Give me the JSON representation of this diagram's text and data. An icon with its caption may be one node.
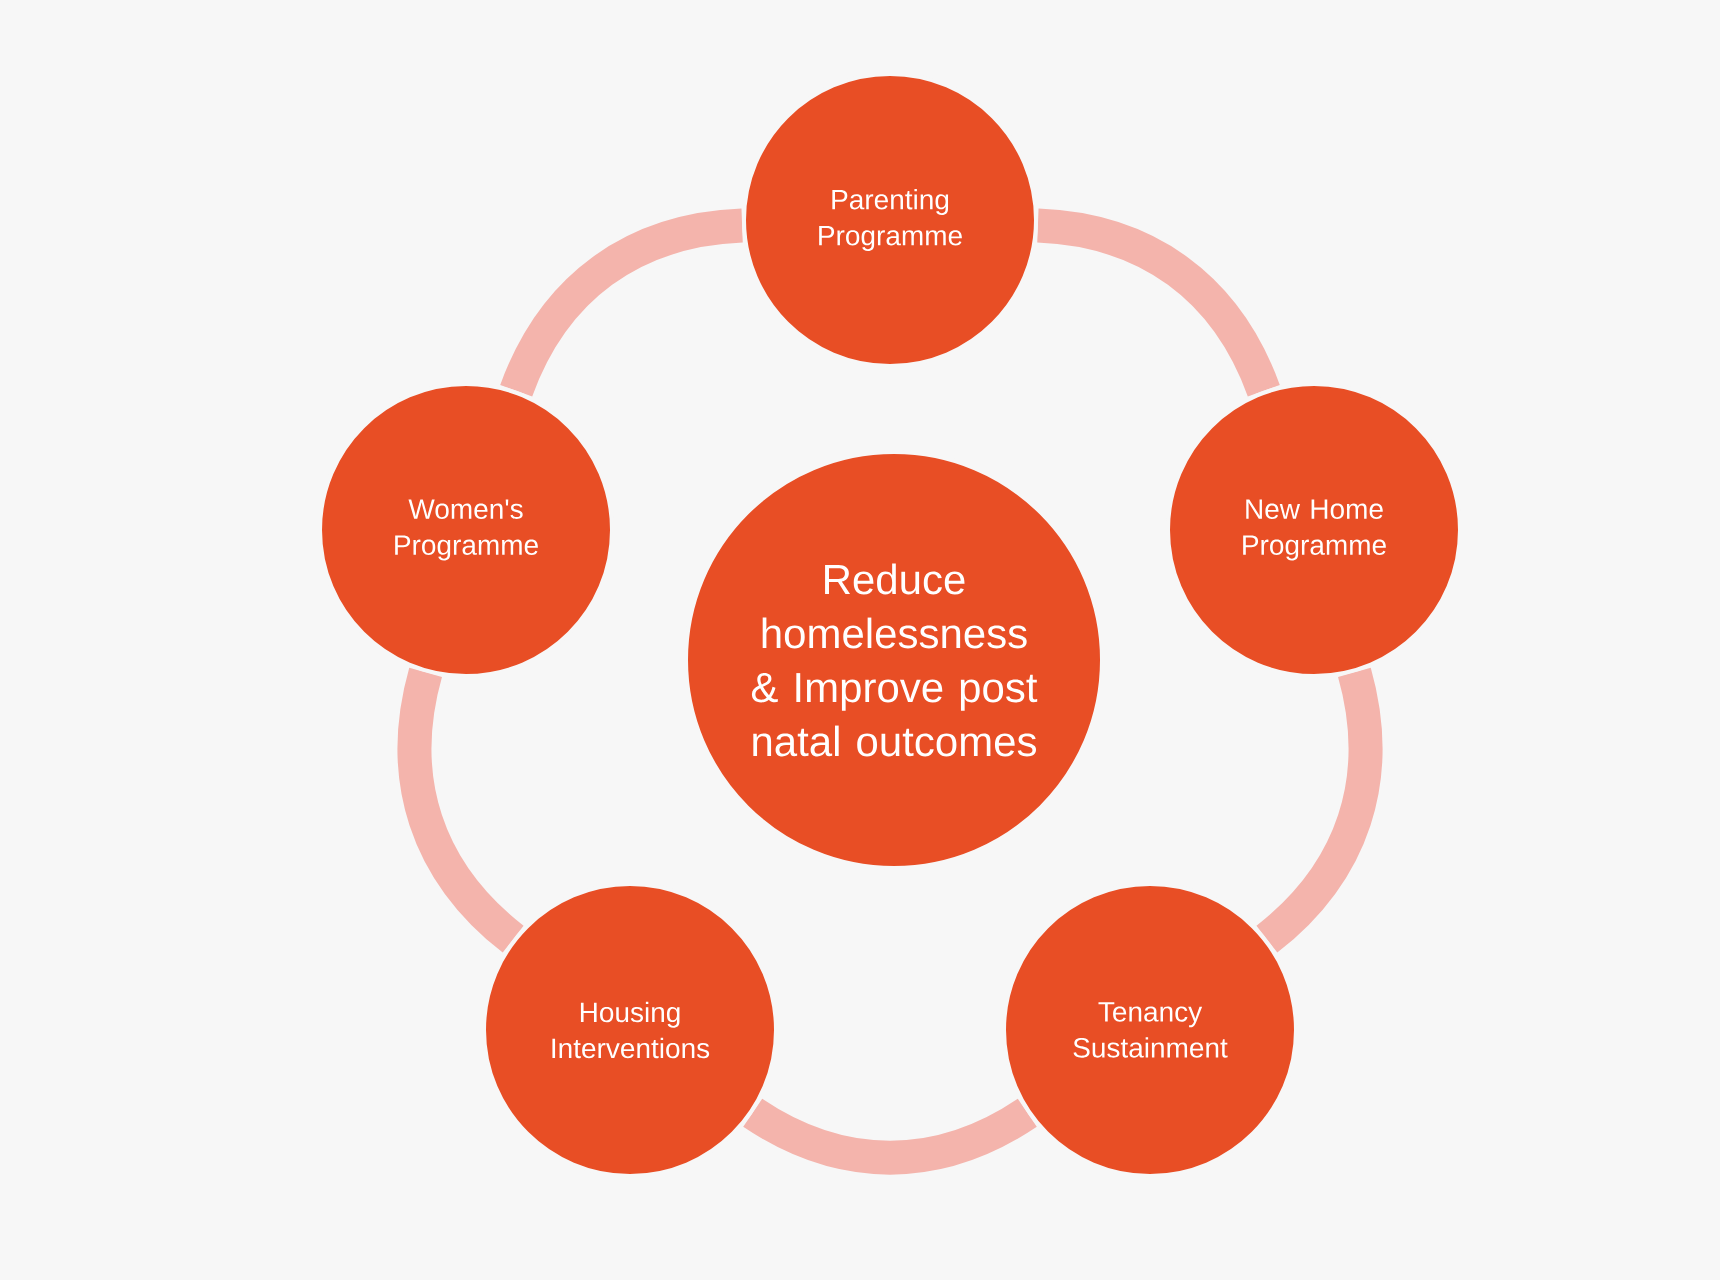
{
  "diagram": {
    "nodes": [
      {
        "text": [
          "Parenting Programme"
        ]
      },
      {
        "text": [
          "Women's Programme"
        ]
      },
      {
        "text": [
          "Reduce homelessness & Improve post natal outcomes"
        ]
      },
      {
        "text": [
          "New Home Programme"
        ]
      },
      {
        "text": [
          "Housing Interventions"
        ]
      },
      {
        "text": [
          "Tenancy Sustainment"
        ]
      }
    ],
    "edges": [
      {
        "from": 0,
        "to": 3,
        "arrow": "none"
      },
      {
        "from": 3,
        "to": 5,
        "arrow": "none"
      },
      {
        "from": 5,
        "to": 4,
        "arrow": "none"
      },
      {
        "from": 4,
        "to": 1,
        "arrow": "none"
      },
      {
        "from": 1,
        "to": 0,
        "arrow": "none"
      }
    ]
  }
}
